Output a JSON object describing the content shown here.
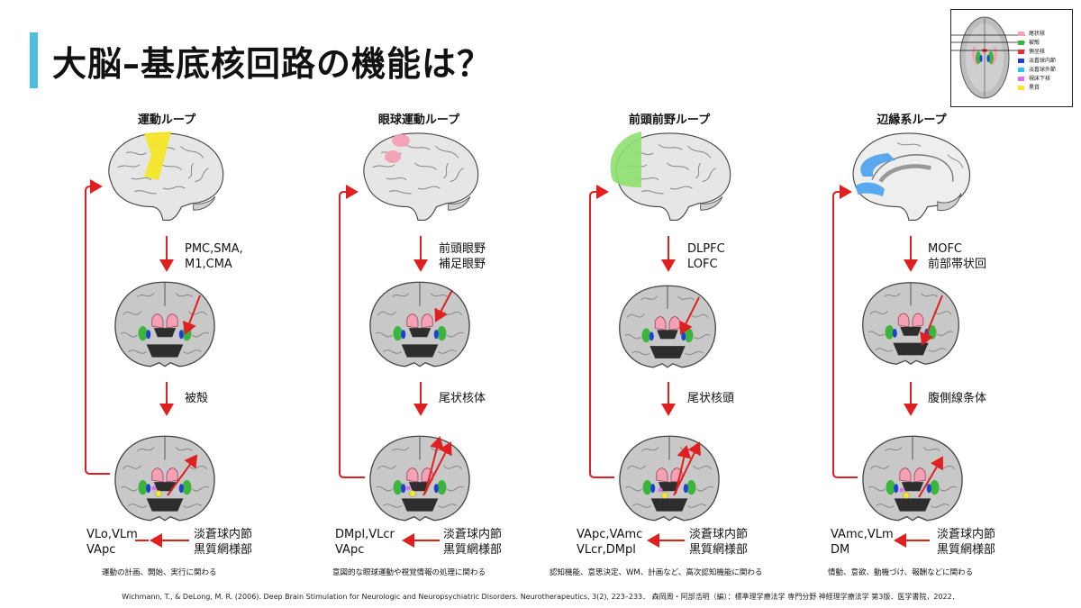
{
  "title": "大脳–基底核回路の機能は？",
  "legend": {
    "items": [
      {
        "label": "尾状核",
        "color": "#f4a0b5"
      },
      {
        "label": "被殻",
        "color": "#3cb53c"
      },
      {
        "label": "側坐核",
        "color": "#e03030"
      },
      {
        "label": "淡蒼球内節",
        "color": "#1e3fd8"
      },
      {
        "label": "淡蒼球外節",
        "color": "#2fc0f0"
      },
      {
        "label": "視床下核",
        "color": "#e070e0"
      },
      {
        "label": "黒質",
        "color": "#f5e62a"
      }
    ]
  },
  "loops": [
    {
      "title": "運動ループ",
      "cortex_regions": [
        "PMC,SMA,",
        "M1,CMA"
      ],
      "striatum": "被殻",
      "output_nuclei": [
        "淡蒼球内節",
        "黒質網様部"
      ],
      "thalamus": [
        "VLo,VLm",
        "VApc"
      ],
      "function": "運動の計画、開始、実行に関わる",
      "highlight_color": "#f5e62a"
    },
    {
      "title": "眼球運動ループ",
      "cortex_regions": [
        "前頭眼野",
        "補足眼野"
      ],
      "striatum": "尾状核体",
      "output_nuclei": [
        "淡蒼球内節",
        "黒質網様部"
      ],
      "thalamus": [
        "DMpl,VLcr",
        "VApc"
      ],
      "function": "意図的な眼球運動や視覚情報の処理に関わる",
      "highlight_color": "#f4a0b5"
    },
    {
      "title": "前頭前野ループ",
      "cortex_regions": [
        "DLPFC",
        "LOFC"
      ],
      "striatum": "尾状核頭",
      "output_nuclei": [
        "淡蒼球内節",
        "黒質網様部"
      ],
      "thalamus": [
        "VApc,VAmc",
        "VLcr,DMpl"
      ],
      "function": "認知機能、意思決定、WM、計画など、高次認知機能に関わる",
      "highlight_color": "#8ee070"
    },
    {
      "title": "辺縁系ループ",
      "cortex_regions": [
        "MOFC",
        "前部帯状回"
      ],
      "striatum": "腹側線条体",
      "output_nuclei": [
        "淡蒼球内節",
        "黒質網様部"
      ],
      "thalamus": [
        "VAmc,VLm",
        "DM"
      ],
      "function": "情動、意欲、動機づけ、報酬などに関わる",
      "highlight_color": "#5aa8f0"
    }
  ],
  "reference": "Wichmann, T., & DeLong, M. R. (2006). Deep Brain Stimulation for Neurologic and Neuropsychiatric Disorders. Neurotherapeutics, 3(2), 223–233． 森岡周・阿部浩明（編）：標準理学療法学 専門分野 神経理学療法学 第3版．医学書院，2022．"
}
